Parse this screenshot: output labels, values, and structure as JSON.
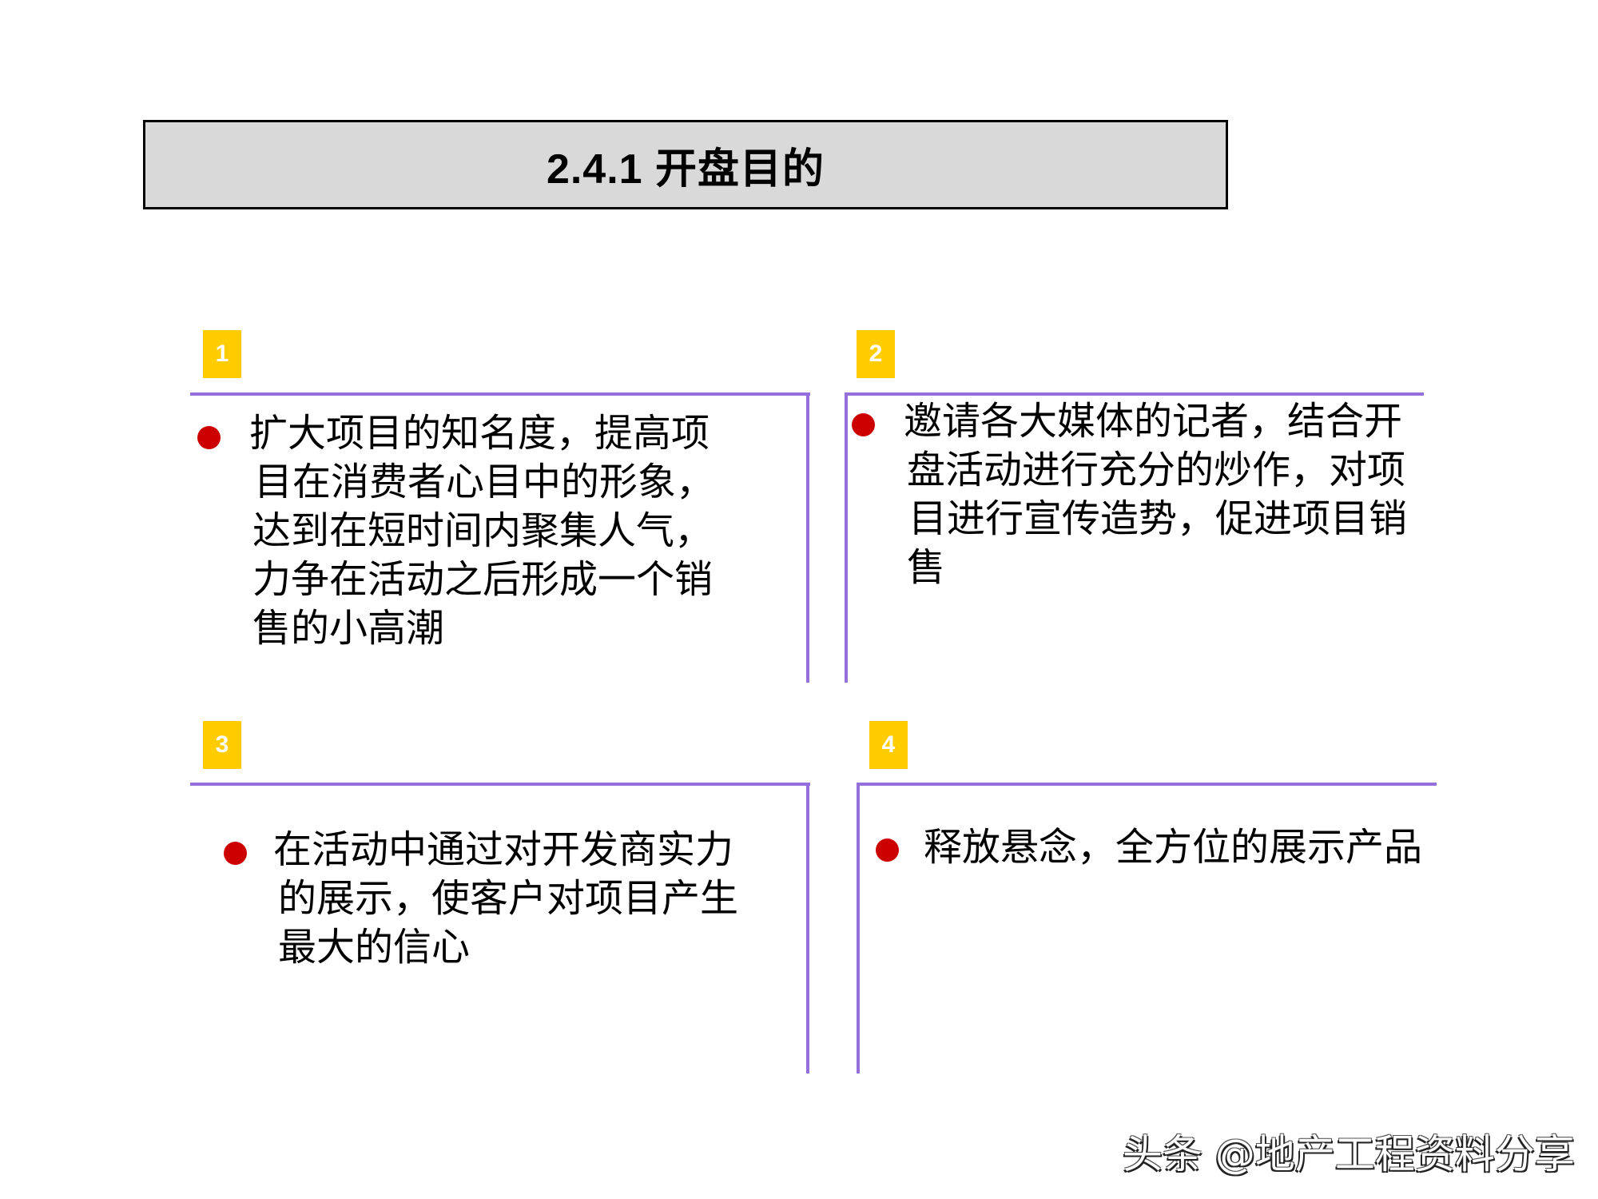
{
  "slide": {
    "title": "2.4.1 开盘目的",
    "colors": {
      "title_fill": "#d9d9d9",
      "badge": "#ffcc00",
      "divider": "#9370db",
      "bullet": "#cc0000"
    },
    "panels": [
      {
        "number": "1",
        "lines": [
          "扩大项目的知名度，提高项",
          "目在消费者心目中的形象，",
          "达到在短时间内聚集人气，",
          "力争在活动之后形成一个销",
          "售的小高潮"
        ]
      },
      {
        "number": "2",
        "lines": [
          "邀请各大媒体的记者，结合开",
          "盘活动进行充分的炒作，对项",
          "目进行宣传造势，促进项目销",
          "售"
        ]
      },
      {
        "number": "3",
        "lines": [
          "在活动中通过对开发商实力",
          "的展示，使客户对项目产生",
          "最大的信心"
        ]
      },
      {
        "number": "4",
        "lines": [
          "释放悬念，全方位的展示产品"
        ]
      }
    ]
  },
  "watermark": "头条 @地产工程资料分享"
}
